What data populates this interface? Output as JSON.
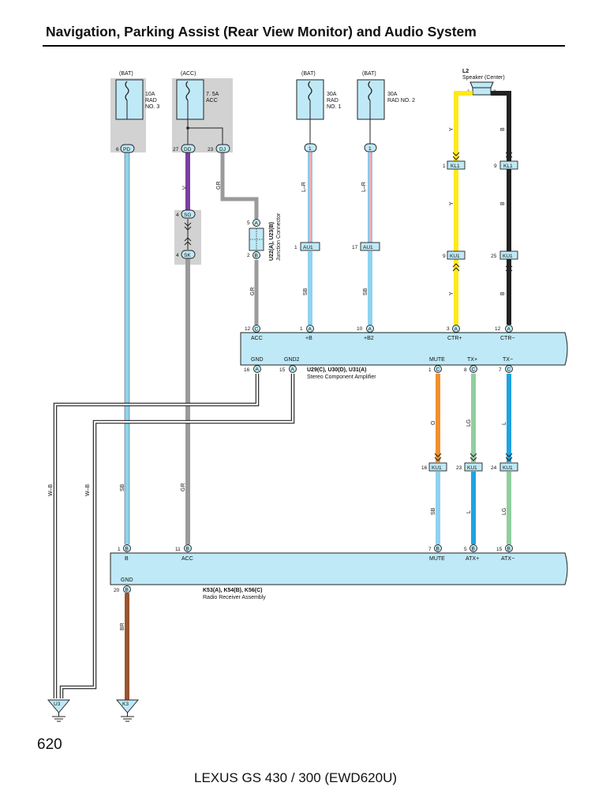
{
  "title": "Navigation, Parking Assist (Rear View Monitor) and Audio System",
  "page_number": "620",
  "footer": "LEXUS GS 430 / 300 (EWD620U)",
  "colors": {
    "SB": "#8fd3ef",
    "V": "#7b3fa0",
    "GR": "#9a9a9a",
    "Y": "#ffe81a",
    "B": "#222222",
    "O": "#f0912e",
    "LG": "#8fcf9f",
    "L": "#1fa3e0",
    "BR": "#9b5530",
    "LR": "#4a9fd4",
    "shade": "#d2d2d2",
    "connector_fill": "#bfe9f6",
    "line": "#222222"
  },
  "fuses": [
    {
      "source": "(BAT)",
      "rating": "10A",
      "name1": "RAD",
      "name2": "NO. 3",
      "shaded": true
    },
    {
      "source": "(ACC)",
      "rating": "7. 5A",
      "name1": "ACC",
      "name2": "",
      "shaded": true
    },
    {
      "source": "(BAT)",
      "rating": "30A",
      "name1": "RAD",
      "name2": "NO. 1",
      "shaded": false
    },
    {
      "source": "(BAT)",
      "rating": "30A",
      "name1": "RAD NO. 2",
      "name2": "",
      "shaded": false
    }
  ],
  "speaker": {
    "id": "L2",
    "name": "Speaker (Center)",
    "pin1": "1",
    "pin2": "2"
  },
  "junction_blocks": {
    "pd": "PD",
    "dd": "DD",
    "dj": "DJ",
    "sg": "SG",
    "sk": "SK",
    "one": "1"
  },
  "pins": {
    "p6": "6",
    "p27": "27",
    "p23": "23",
    "p4": "4",
    "p5": "5",
    "p2": "2",
    "p1": "1",
    "p17": "17",
    "p9": "9",
    "p25": "25",
    "p12": "12",
    "p10": "10",
    "p3": "3",
    "p16": "16",
    "p15": "15",
    "p8": "8",
    "p7": "7",
    "p24": "24",
    "p11": "11",
    "p20": "20"
  },
  "pin_letters": {
    "A": "A",
    "B": "B",
    "C": "C"
  },
  "inline_connectors": {
    "kl1": "KL1",
    "ku1": "KU1",
    "au1": "AU1"
  },
  "junction_connector": {
    "id": "U22(A), U23(B)",
    "name": "Junction Connector"
  },
  "amplifier": {
    "id": "U29(C), U30(D), U31(A)",
    "name": "Stereo Component Amplifier",
    "top_labels": [
      "ACC",
      "+B",
      "+B2",
      "CTR+",
      "CTR−"
    ],
    "bottom_labels": [
      "GND",
      "GND2",
      "MUTE",
      "TX+",
      "TX−"
    ]
  },
  "radio": {
    "id": "K53(A), K54(B), K56(C)",
    "name": "Radio Receiver Assembly",
    "top_labels": [
      "B",
      "ACC",
      "MUTE",
      "ATX+",
      "ATX−"
    ],
    "gnd_label": "GND"
  },
  "wire_colors": {
    "sb": "SB",
    "v": "V",
    "gr": "GR",
    "lr": "L–R",
    "y": "Y",
    "b": "B",
    "o": "O",
    "lg": "LG",
    "l": "L",
    "br": "BR",
    "wb": "W–B"
  },
  "grounds": {
    "u3": "U3",
    "k3": "K3"
  }
}
